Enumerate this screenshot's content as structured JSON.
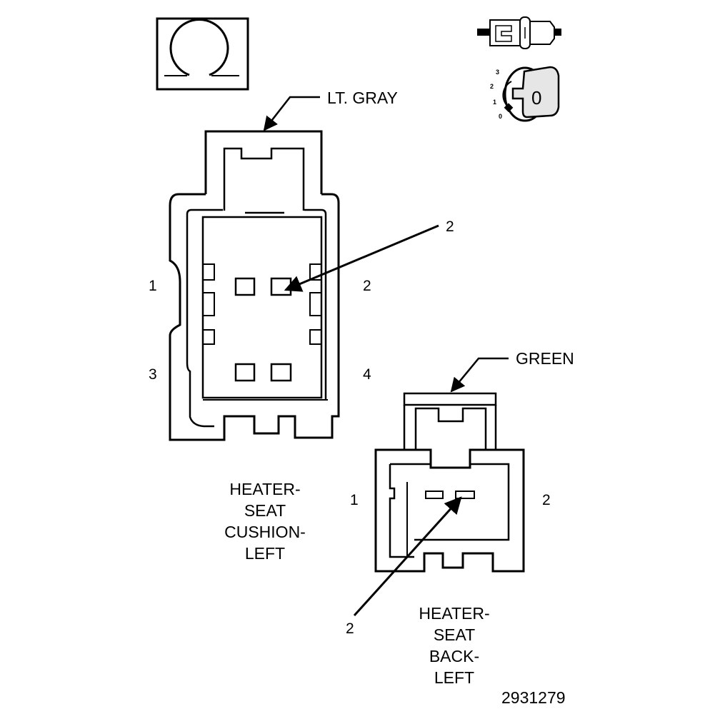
{
  "ohms_icon": {
    "name": "ohms-resistance-icon"
  },
  "ignition": {
    "name": "ignition-switch-icon",
    "positions": [
      "3",
      "2",
      "1",
      "0"
    ],
    "key_label": "0"
  },
  "cushion_connector": {
    "color_label": "LT. GRAY",
    "pin_labels": [
      "1",
      "2",
      "3",
      "4"
    ],
    "callout": "2",
    "title_lines": [
      "HEATER-",
      "SEAT",
      "CUSHION-",
      "LEFT"
    ]
  },
  "back_connector": {
    "color_label": "GREEN",
    "pin_labels": [
      "1",
      "2"
    ],
    "callout": "2",
    "title_lines": [
      "HEATER-",
      "SEAT",
      "BACK-",
      "LEFT"
    ]
  },
  "figure_number": "2931279",
  "colors": {
    "line": "#000000",
    "background": "#ffffff",
    "key_fill": "#e6e6e6"
  }
}
